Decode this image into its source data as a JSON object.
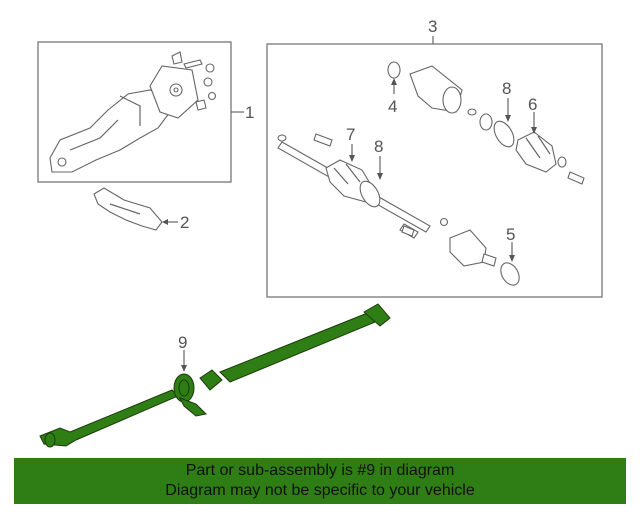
{
  "callouts": {
    "c1": "1",
    "c2": "2",
    "c3": "3",
    "c4": "4",
    "c5": "5",
    "c6": "6",
    "c7": "7",
    "c8a": "8",
    "c8b": "8",
    "c9": "9"
  },
  "banner": {
    "line1": "Part or sub-assembly is #9 in diagram",
    "line2": "Diagram may not be specific to your vehicle"
  },
  "colors": {
    "highlight": "#2f7d15",
    "outline": "#666666"
  }
}
